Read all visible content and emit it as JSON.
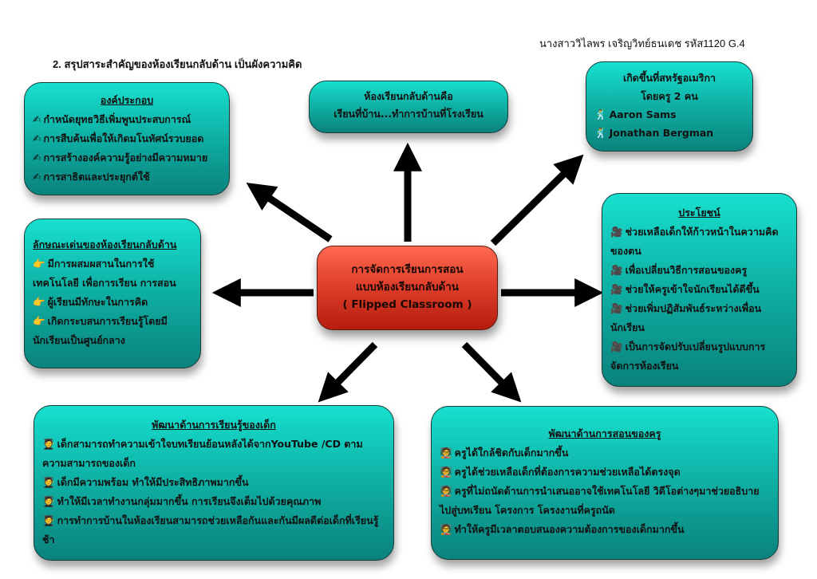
{
  "author_line": "นางสาววิไลพร  เจริญวิทย์ธนเดช รหัส1120 G.4",
  "heading": "2. สรุปสาระสำคัญของห้องเรียนกลับด้าน เป็นผังความคิด",
  "colors": {
    "node_teal": "#0fb3a7",
    "central_red": "#e0402b",
    "arrow": "#000000"
  },
  "central": {
    "line1": "การจัดการเรียนการสอน",
    "line2": "แบบห้องเรียนกลับด้าน",
    "line3": "( Flipped Classroom )"
  },
  "nodes": {
    "components": {
      "title": "องค์ประกอบ",
      "icon": "writing-hand-icon",
      "glyph": "✍",
      "items": [
        "กำหนัดยุทธวิธีเพิ่มพูนประสบการณ์",
        "การสืบค้นเพื่อให้เกิดมโนทัศน์รวบยอด",
        "การสร้างองค์ความรู้อย่างมีความหมาย",
        "การสาธิตและประยุกต์ใช้"
      ]
    },
    "definition": {
      "line1": "ห้องเรียนกลับด้านคือ",
      "line2": "เรียนที่บ้าน...ทำการบ้านที่โรงเรียน"
    },
    "origin": {
      "line1": "เกิดขึ้นที่สหรัฐอเมริกา",
      "line2": "โดยครู 2 คน",
      "icon": "dancer-icon",
      "glyph": "🕺",
      "people": [
        "Aaron Sams",
        "Jonathan Bergman"
      ]
    },
    "features": {
      "title": "ลักษณะเด่นของห้องเรียนกลับด้าน",
      "icon": "pointing-hand-icon",
      "glyph": "👉",
      "items": [
        "มีการผสมผสานในการใช้เทคโนโลยี เพื่อการเรียน การสอน",
        "ผู้เรียนมีทักษะในการคิด",
        "เกิดกระบสนการเรียนรู้โดยมีนักเรียนเป็นศูนย์กลาง"
      ]
    },
    "benefits": {
      "title": "ประโยชน์",
      "icon": "movie-camera-icon",
      "glyph": "🎥",
      "items": [
        "ช่วยเหลือเด็กให้ก้าวหน้าในความคิดของตน",
        "เพื่อเปลี่ยนวิธีการสอนของครู",
        "ช่วยให้ครูเข้าใจนักเรียนได้ดีขึ้น",
        "ช่วยเพิ่มปฏิสัมพันธ์ระหว่างเพื่อนนักเรียน",
        "เป็นการจัดปรับเปลี่ยนรูปแบบการจัดการห้องเรียน"
      ]
    },
    "student_learning": {
      "title": "พัฒนาด้านการเรียนรู้ของเด็ก",
      "icon": "student-icon",
      "glyph": "🧑‍🎓",
      "items": [
        "เด็กสามารถทำความเข้าใจบทเรียนย้อนหลังได้จากYouTube /CD ตามความสามารถของเด็ก",
        "เด็กมีความพร้อม ทำให้มีประสิทธิภาพมากขึ้น",
        "ทำให้มีเวลาทำงานกลุ่มมากขึ้น การเรียนจึงเต็มไปด้วยคุณภาพ",
        "การทำการบ้านในห้องเรียนสามารถช่วยเหลือกันและกันมีผลดีต่อเด็กที่เรียนรู้ช้า"
      ]
    },
    "teacher_development": {
      "title": "พัฒนาด้านการสอนของครู",
      "icon": "teacher-icon",
      "glyph": "🧑‍🏫",
      "items": [
        "ครูได้ใกล้ชิดกับเด็กมากขึ้น",
        "ครูได้ช่วยเหลือเด็กที่ต้องการความช่วยเหลือได้ตรงจุด",
        "ครูที่ไม่ถนัดด้านการนำเสนออาจใช้เทคโนโลยี วิดีโอต่างๆมาช่วยอธิบายไปสู่บทเรียน โครงการ โครงงานที่ครูถนัด",
        "ทำให้ครูมีเวลาตอบสนองความต้องการของเด็กมากขึ้น"
      ]
    }
  }
}
